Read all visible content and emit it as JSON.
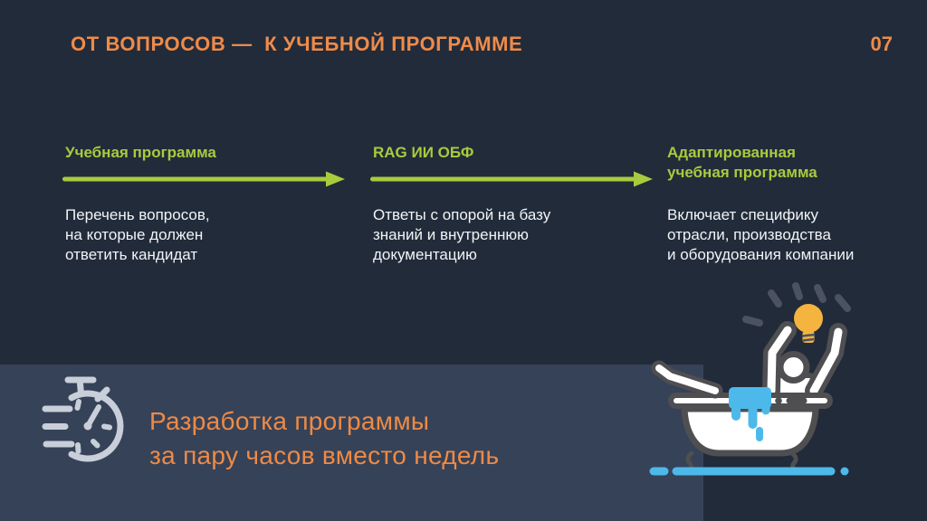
{
  "slide": {
    "title": "ОТ ВОПРОСОВ —  К УЧЕБНОЙ ПРОГРАММЕ",
    "page_number": "07"
  },
  "process": {
    "columns": [
      {
        "header": "Учебная программа",
        "description": "Перечень вопросов,\nна которые должен\nответить кандидат",
        "has_arrow": true
      },
      {
        "header": "RAG ИИ ОБФ",
        "description": "Ответы с опорой на базу\nзнаний и внутреннюю\nдокументацию",
        "has_arrow": true
      },
      {
        "header": "Адаптированная\nучебная программа",
        "description": "Включает специфику\nотрасли, производства\nи оборудования компании",
        "has_arrow": false
      }
    ]
  },
  "callout": {
    "icon": "stopwatch-icon",
    "text": "Разработка программы\nза пару часов вместо недель"
  },
  "illustration": {
    "name": "person-in-bathtub-with-idea-lightbulb"
  },
  "colors": {
    "background": "#222b3a",
    "panel": "#364258",
    "accent_orange": "#ef8b49",
    "accent_green": "#a8cb3d",
    "body_text": "#f2f4f6",
    "water_blue": "#4db9ea",
    "bulb_yellow": "#f4b43f",
    "outline_dark": "#4f4f52",
    "ray_gray": "#4b5260",
    "stopwatch_gray": "#c8cfd9"
  }
}
